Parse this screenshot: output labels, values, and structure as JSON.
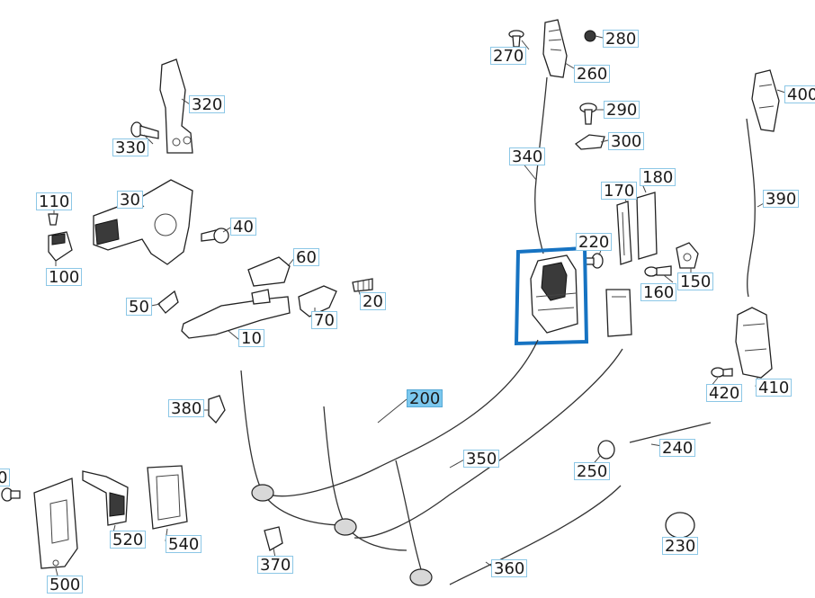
{
  "parts": [
    {
      "id": "p270",
      "label": "270"
    },
    {
      "id": "p280",
      "label": "280"
    },
    {
      "id": "p260",
      "label": "260"
    },
    {
      "id": "p290",
      "label": "290"
    },
    {
      "id": "p300",
      "label": "300"
    },
    {
      "id": "p340",
      "label": "340"
    },
    {
      "id": "p170",
      "label": "170"
    },
    {
      "id": "p180",
      "label": "180"
    },
    {
      "id": "p220",
      "label": "220"
    },
    {
      "id": "p160",
      "label": "160"
    },
    {
      "id": "p150",
      "label": "150"
    },
    {
      "id": "p400",
      "label": "400"
    },
    {
      "id": "p390",
      "label": "390"
    },
    {
      "id": "p410",
      "label": "410"
    },
    {
      "id": "p420",
      "label": "420"
    },
    {
      "id": "p320",
      "label": "320"
    },
    {
      "id": "p330",
      "label": "330"
    },
    {
      "id": "p110",
      "label": "110"
    },
    {
      "id": "p30",
      "label": "30"
    },
    {
      "id": "p40",
      "label": "40"
    },
    {
      "id": "p100",
      "label": "100"
    },
    {
      "id": "p60",
      "label": "60"
    },
    {
      "id": "p50",
      "label": "50"
    },
    {
      "id": "p20",
      "label": "20"
    },
    {
      "id": "p70",
      "label": "70"
    },
    {
      "id": "p10",
      "label": "10"
    },
    {
      "id": "p200",
      "label": "200"
    },
    {
      "id": "p380",
      "label": "380"
    },
    {
      "id": "p350",
      "label": "350"
    },
    {
      "id": "p240",
      "label": "240"
    },
    {
      "id": "p250",
      "label": "250"
    },
    {
      "id": "p230",
      "label": "230"
    },
    {
      "id": "p360",
      "label": "360"
    },
    {
      "id": "p370",
      "label": "370"
    },
    {
      "id": "p520",
      "label": "520"
    },
    {
      "id": "p540",
      "label": "540"
    },
    {
      "id": "p500",
      "label": "500"
    },
    {
      "id": "p510",
      "label": "0"
    }
  ],
  "selected_part": "200",
  "colors": {
    "selection_frame": "#1673c2",
    "callout_border": "#8cc7e6",
    "callout_selected_fill": "#7cc8ee"
  }
}
